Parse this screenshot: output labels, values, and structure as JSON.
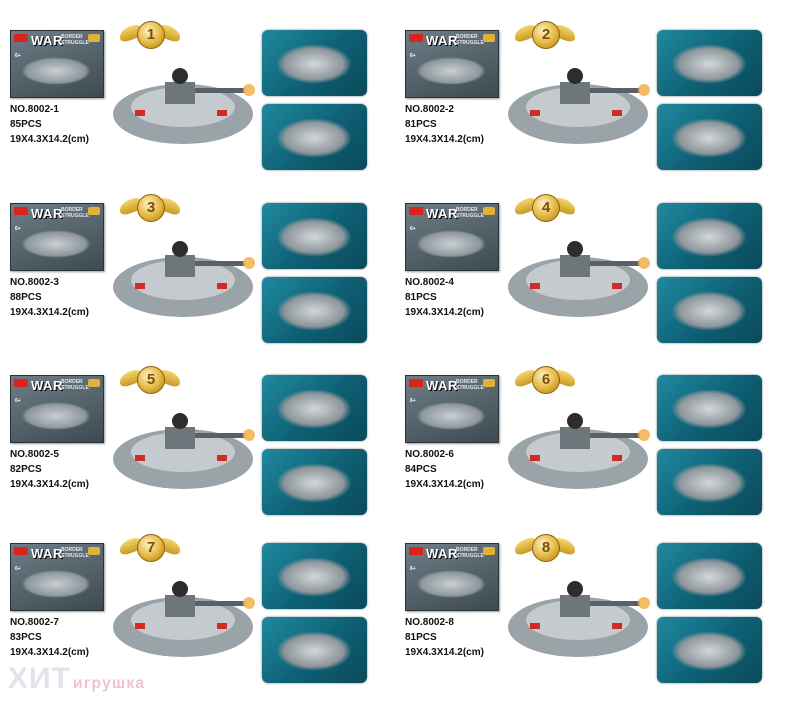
{
  "products": [
    {
      "number": "1",
      "model": "NO.8002-1",
      "pieces": "85PCS",
      "size": "19X4.3X14.2(cm)"
    },
    {
      "number": "2",
      "model": "NO.8002-2",
      "pieces": "81PCS",
      "size": "19X4.3X14.2(cm)"
    },
    {
      "number": "3",
      "model": "NO.8002-3",
      "pieces": "88PCS",
      "size": "19X4.3X14.2(cm)"
    },
    {
      "number": "4",
      "model": "NO.8002-4",
      "pieces": "81PCS",
      "size": "19X4.3X14.2(cm)"
    },
    {
      "number": "5",
      "model": "NO.8002-5",
      "pieces": "82PCS",
      "size": "19X4.3X14.2(cm)"
    },
    {
      "number": "6",
      "model": "NO.8002-6",
      "pieces": "84PCS",
      "size": "19X4.3X14.2(cm)"
    },
    {
      "number": "7",
      "model": "NO.8002-7",
      "pieces": "83PCS",
      "size": "19X4.3X14.2(cm)"
    },
    {
      "number": "8",
      "model": "NO.8002-8",
      "pieces": "81PCS",
      "size": "19X4.3X14.2(cm)"
    }
  ],
  "box_art": {
    "title": "WAR",
    "subtitle": "BORDER STRUGGLE",
    "age": "6+"
  },
  "watermark": {
    "main": "ХИТ",
    "sub": "игрушка"
  },
  "colors": {
    "detail_bg": "#0e5f73",
    "medal": "#e3b53e",
    "brand": "#d9241c"
  }
}
